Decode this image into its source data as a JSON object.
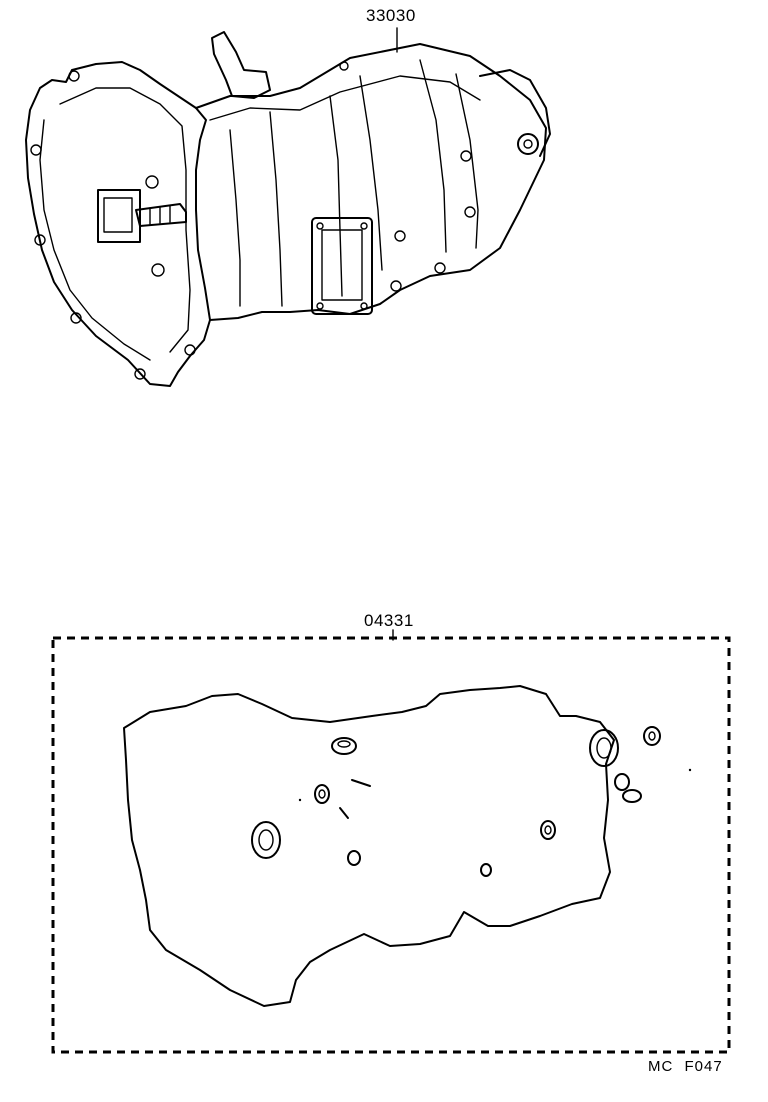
{
  "parts": {
    "transmission_assembly": {
      "part_number": "33030"
    },
    "gasket_kit": {
      "part_number": "04331"
    }
  },
  "footer": {
    "diagram_code": "MC  F047"
  }
}
